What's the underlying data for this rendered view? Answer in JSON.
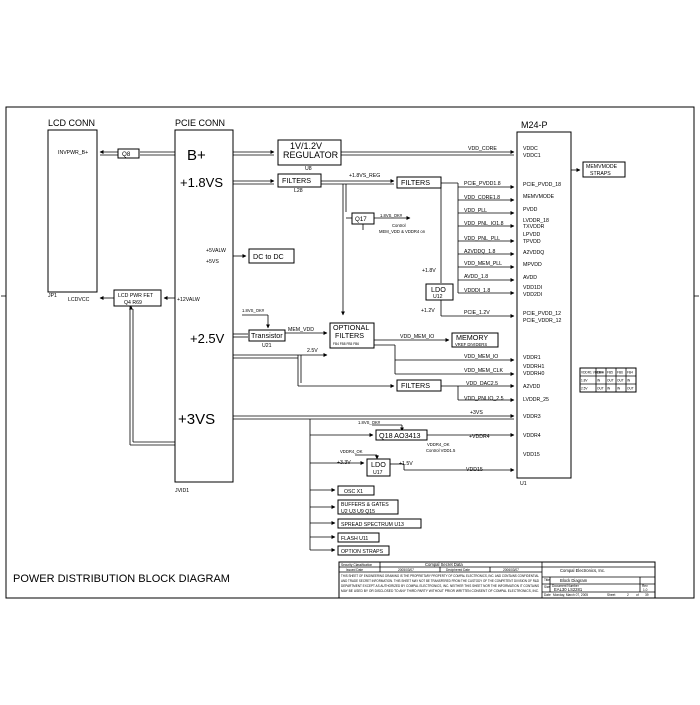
{
  "diagram": {
    "title": "POWER DISTRIBUTION BLOCK DIAGRAM",
    "headers": {
      "lcd_conn": "LCD CONN",
      "pcie_conn": "PCIE CONN",
      "gpu": "M24-P"
    },
    "lcd_conn": {
      "pin": "INVPWR_B+",
      "vcc": "LCDVCC",
      "ref": "JP1"
    },
    "pcie_conn": {
      "rails": {
        "bplus": "B+",
        "v18": "+1.8VS",
        "v25": "+2.5V",
        "v3": "+3VS"
      },
      "pins": {
        "v5alw": "+5VALW",
        "v5s": "+5VS",
        "v12alw": "+12VALW"
      },
      "ref": "JVID1"
    },
    "blocks": {
      "q8": "Q8",
      "regulator": {
        "line1": "1V/1.2V",
        "line2": "REGULATOR",
        "ref": "U8"
      },
      "filters_l28": {
        "label": "FILTERS",
        "ref": "L28"
      },
      "filters1": "FILTERS",
      "filters2": "FILTERS",
      "q17": "Q17",
      "dcdc": "DC to DC",
      "ldo_u12": {
        "label": "LDO",
        "ref": "U12"
      },
      "lcd_pwr_fet": {
        "line1": "LCD PWR FET",
        "line2": "Q4  R69"
      },
      "transistor": {
        "label": "Transistor",
        "ref": "U21"
      },
      "optional_filters": {
        "line1": "OPTIONAL",
        "line2": "FILTERS",
        "line3": "FB4 FB8 FB5 FB6"
      },
      "memory": {
        "line1": "MEMORY",
        "line2": "VREF DIVIDERS"
      },
      "q18": "Q18 AO3413",
      "ldo_u17": {
        "label": "LDO",
        "ref": "U17"
      },
      "osc": "OSC  X1",
      "buffers": {
        "line1": "BUFFERS & GATES",
        "line2": "U2  U3  U9 Q15"
      },
      "spread": "SPREAD SPECTRUM U13",
      "flash": "FLASH  U11",
      "straps": "OPTION STRAPS",
      "memvmode_straps": {
        "line1": "MEMVMODE",
        "line2": "STRAPS"
      }
    },
    "nets": {
      "vdd_core": "VDD_CORE",
      "v18vs_reg": "+1.8VS_REG",
      "v18vs_ok1": "1.8VS_OK#",
      "q17_control1": "Control",
      "q17_control2": "MEM_VDD & VDDR4 on",
      "plus18v": "+1.8V",
      "plus12v": "+1.2V",
      "v18vs_ok2": "1.8VS_OK#",
      "mem_vdd": "MEM_VDD",
      "v25_small": "2.5V",
      "v18vs_ok3": "1.8VS_OK#",
      "vddr4_ok1": "VDDR4_OK",
      "vddr4_ok2": "VDDR4_OK",
      "control_vdd13": "Control VDD1.5",
      "plus33v": "+3.3V",
      "plus15v": "+1.5V",
      "plus3vs": "+3VS",
      "plus_vddr4": "+VDDR4",
      "vdd15": "VDD15",
      "pcie_pvdd18": "PCIE_PVDD1.8",
      "vdd_core18": "VDD_CORE1.8",
      "vdd_pll": "VDD_PLL",
      "vdd_pnl_io18": "VDD_PNL_IO1.8",
      "vdd_pnl_pll": "VDD_PNL_PLL",
      "a2vddq18": "A2VDDQ_1.8",
      "vdd_mem_pll": "VDD_MEM_PLL",
      "avdd18": "AVDD_1.8",
      "vdddi18": "VDDDI_1.8",
      "pcie12": "PCIE_1.2V",
      "vdd_mem_io1": "VDD_MEM_IO",
      "vdd_mem_io2": "VDD_MEM_IO",
      "vdd_mem_clk": "VDD_MEM_CLK",
      "vdd_dac25": "VDD_DAC2.5",
      "vdd_pnlio25": "VDD_PNLIO_2.5"
    },
    "gpu_pins": [
      "VDDC",
      "VDDC1",
      "PCIE_PVDD_18",
      "MEMVMODE",
      "PVDD",
      "LVDDR_18",
      "TXVDDR",
      "LPVDD",
      "TPVDD",
      "A2VDDQ",
      "MPVDD",
      "AVDD",
      "VDD1DI",
      "VDD2DI",
      "PCIE_PVDD_12",
      "PCIE_VDDR_12",
      "VDDR1",
      "VDDRH1",
      "VDDRH0",
      "A2VDD",
      "LVDDR_25",
      "VDDR3",
      "VDDR4",
      "VDD15"
    ],
    "gpu_ref": "U1",
    "fb_table": {
      "header": [
        "VDDR1 VDDRH",
        "FB4",
        "FB5",
        "FB6",
        "FB4"
      ],
      "rows": [
        [
          "1.8V",
          "IN",
          "OUT",
          "OUT",
          "IN"
        ],
        [
          "2.5V",
          "OUT",
          "IN",
          "IN",
          "OUT"
        ]
      ]
    },
    "title_block": {
      "security": "Security Classification",
      "compal": "Compal Secret Data",
      "issued_date": "Issued Date",
      "issued_val": "2005/03/07",
      "deciphered_date": "Deciphered Date",
      "deciphered_val": "2006/03/07",
      "compal_name": "Compal Electronics, Inc.",
      "title_label": "Title",
      "title_val": "Block Diagram",
      "size_label": "Size",
      "doc_label": "Document Number",
      "doc_val": "EAL30 LS2281",
      "rev_label": "Rev",
      "rev_val": "1.0",
      "date_label": "Date",
      "date_val": "Monday, March 07, 2005",
      "sheet_label": "Sheet",
      "sheet_val": "2",
      "of_label": "of",
      "of_val": "39",
      "legal1": "THIS SHEET OF ENGINEERING DRAWING IS THE PROPRIETARY PROPERTY OF COMPAL ELECTRONICS, INC. AND CONTAINS CONFIDENTIAL",
      "legal2": "AND TRADE SECRET INFORMATION. THIS SHEET MAY NOT BE TRANSFERED FROM THE CUSTODY OF THE COMPETENT DIVISION OF R&D",
      "legal3": "DEPARTMENT EXCEPT AS AUTHORIZED BY COMPAL ELECTRONICS, INC. NEITHER THIS SHEET NOR THE INFORMATION IT CONTAINS",
      "legal4": "MAY BE USED BY OR DISCLOSED TO ANY THIRD PARTY WITHOUT PRIOR WRITTEN CONSENT OF COMPAL ELECTRONICS, INC."
    }
  }
}
